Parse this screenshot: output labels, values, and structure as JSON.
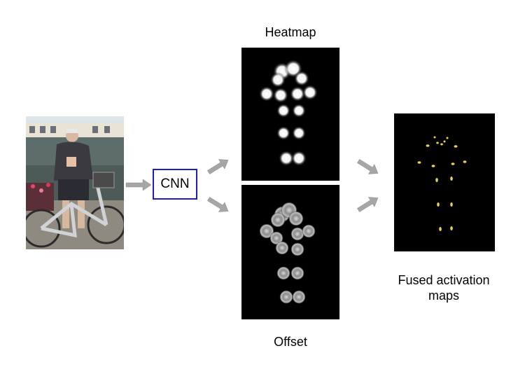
{
  "cnn": {
    "label": "CNN"
  },
  "titles": {
    "heatmap": "Heatmap",
    "offset": "Offset",
    "fused_line1": "Fused activation",
    "fused_line2": "maps"
  },
  "colors": {
    "cnn_border": "#1f1fbf",
    "arrow": "#a6a6a6",
    "panel_bg": "#000000",
    "keypoint_fused": "#e8d44a"
  }
}
